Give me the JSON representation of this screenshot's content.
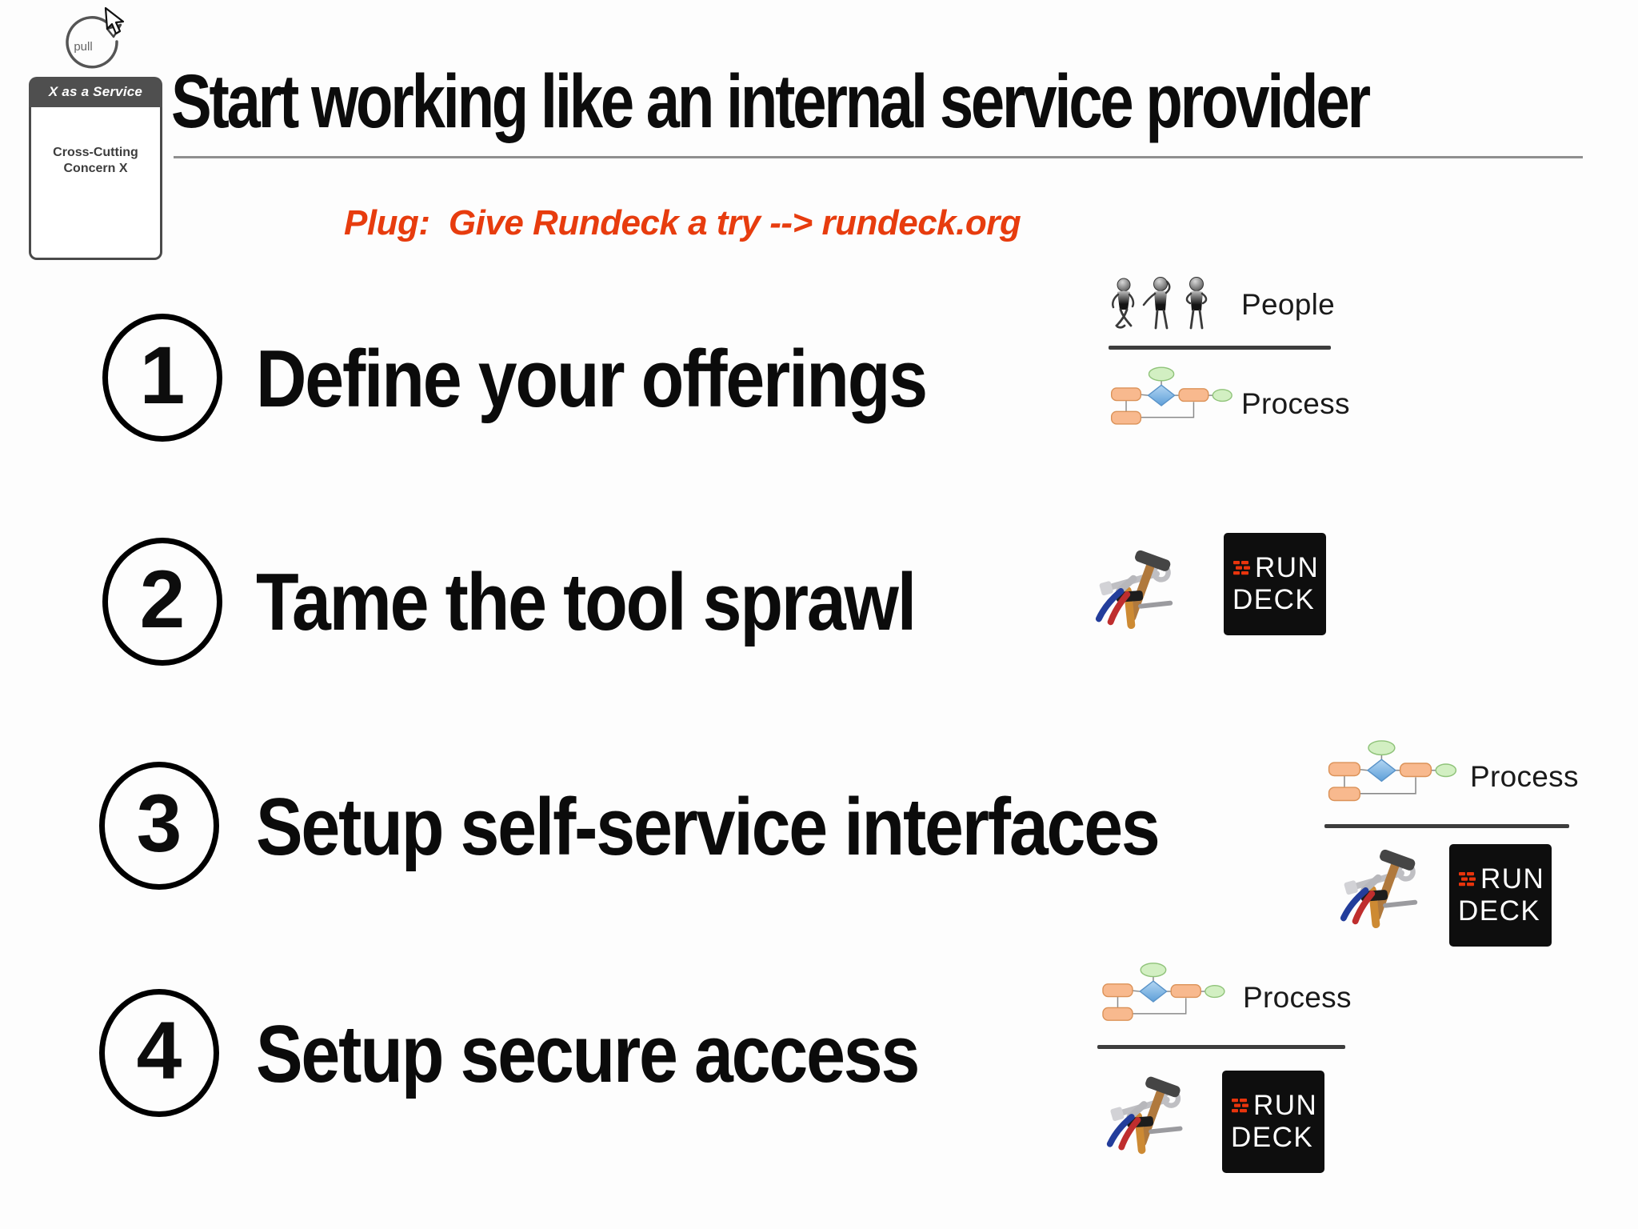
{
  "slide": {
    "title": "Start working like an internal service provider",
    "plug": "Plug:  Give Rundeck a try --> rundeck.org"
  },
  "annotations": {
    "pull": "pull"
  },
  "card": {
    "header": "X as a Service",
    "line1": "Cross-Cutting",
    "line2": "Concern X"
  },
  "steps": [
    {
      "number": "1",
      "label": "Define your offerings"
    },
    {
      "number": "2",
      "label": "Tame the tool sprawl"
    },
    {
      "number": "3",
      "label": "Setup self-service interfaces"
    },
    {
      "number": "4",
      "label": "Setup secure access"
    }
  ],
  "legend": {
    "people": "People",
    "process": "Process"
  },
  "rundeck": {
    "line1": "RUN",
    "line2": "DECK"
  },
  "colors": {
    "plug_red": "#e73c0e",
    "rundeck_bg": "#0e0e0e",
    "rundeck_accent": "#e8340c",
    "divider_gray": "#3d3d3d",
    "card_header_gray": "#4f4f4f"
  }
}
